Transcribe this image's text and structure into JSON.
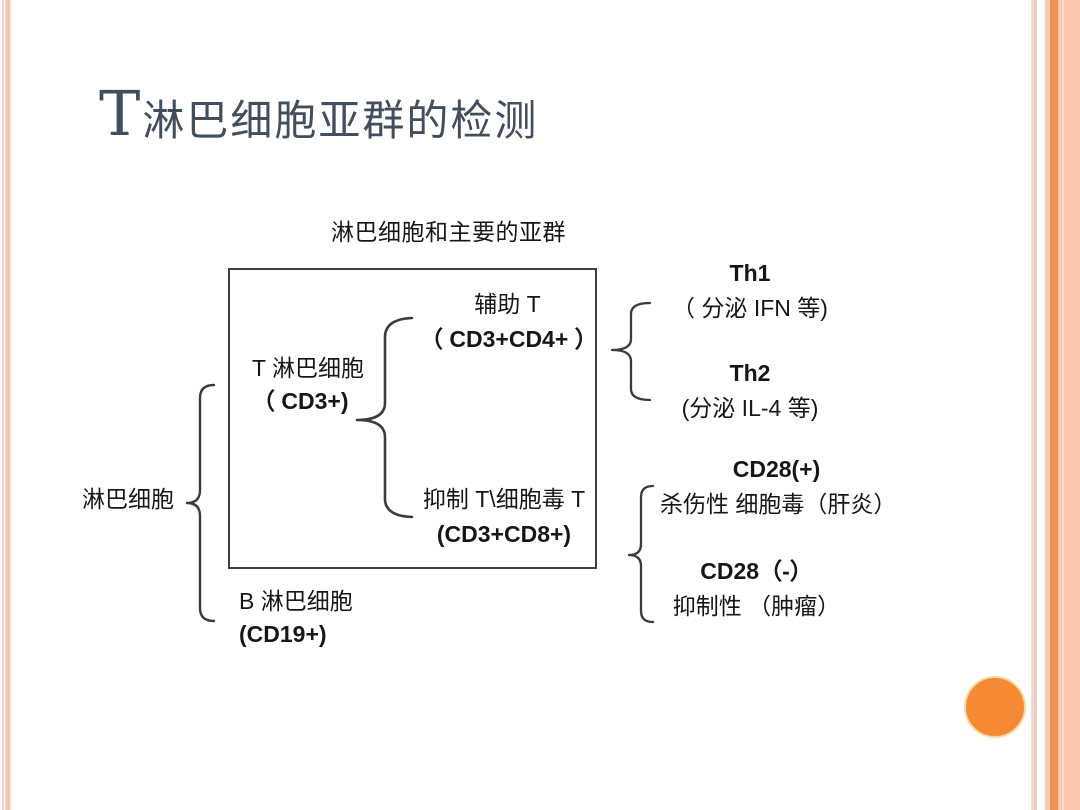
{
  "slide": {
    "title": {
      "initial": "T",
      "rest": "淋巴细胞亚群的检测"
    }
  },
  "diagram": {
    "heading": "淋巴细胞和主要的亚群",
    "lymphocyte": {
      "label": "淋巴细胞"
    },
    "t_cell": {
      "line1": "T 淋巴细胞",
      "line2": "（ CD3+)"
    },
    "b_cell": {
      "line1": "B 淋巴细胞",
      "line2": "(CD19+)"
    },
    "helper_t": {
      "line1": "辅助 T",
      "line2": "（ CD3+CD4+ ）"
    },
    "cytotoxic_t": {
      "line1": "抑制 T\\细胞毒 T",
      "line2": "(CD3+CD8+)"
    },
    "th1": {
      "line1": "Th1",
      "line2": "（ 分泌 IFN 等)"
    },
    "th2": {
      "line1": "Th2",
      "line2": "(分泌 IL-4 等)"
    },
    "cd28_positive": {
      "line1": "CD28(+)",
      "line2": "杀伤性 细胞毒（肝炎）"
    },
    "cd28_negative": {
      "line1": "CD28（-）",
      "line2": "抑制性 （肿瘤）"
    }
  },
  "theme": {
    "title_color": "#414E5E",
    "text_color": "#161616",
    "line_color": "#3B3B3B",
    "accent_orange": "#F68A34",
    "stripe_peach": "#FBC9AE",
    "stripe_orange": "#EE9352"
  }
}
